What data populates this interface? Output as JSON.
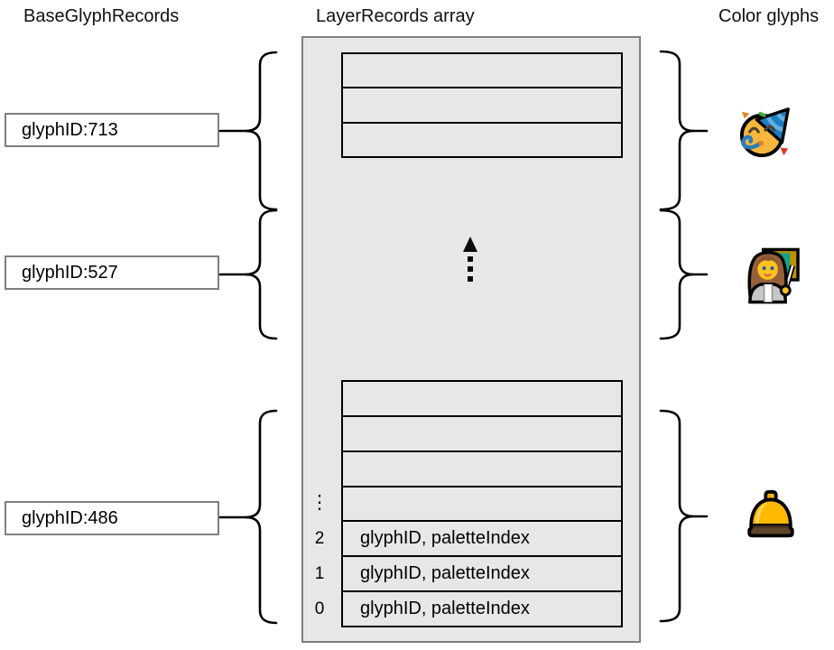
{
  "titles": {
    "base_glyph_records": "BaseGlyphRecords",
    "layer_records": "LayerRecords array",
    "color_glyphs": "Color glyphs"
  },
  "base_glyph_records": [
    {
      "label": "glyphID:713"
    },
    {
      "label": "glyphID:527"
    },
    {
      "label": "glyphID:486"
    }
  ],
  "layer_records_array": {
    "top_rows": [
      "",
      "",
      ""
    ],
    "bottom_rows": [
      {
        "index": "",
        "label": ""
      },
      {
        "index": "",
        "label": ""
      },
      {
        "index": "",
        "label": ""
      },
      {
        "index": "⋮",
        "label": ""
      },
      {
        "index": "2",
        "label": "glyphID, paletteIndex"
      },
      {
        "index": "1",
        "label": "glyphID, paletteIndex"
      },
      {
        "index": "0",
        "label": "glyphID, paletteIndex"
      }
    ]
  },
  "color_glyphs": [
    {
      "name": "partying-face"
    },
    {
      "name": "woman-teacher"
    },
    {
      "name": "bellhop-bell"
    }
  ],
  "icons": {
    "arrow": "dotted-up-arrow"
  },
  "colors": {
    "panel_fill": "#e7e7e7",
    "panel_border": "#7f7f7f",
    "box_border": "#7f7f7f",
    "line": "#000000",
    "emoji_yellow": "#f6b73c",
    "emoji_blue": "#1c7dc1",
    "emoji_teal": "#12a287",
    "emoji_gold": "#ffb900",
    "emoji_brown": "#5f452a"
  }
}
